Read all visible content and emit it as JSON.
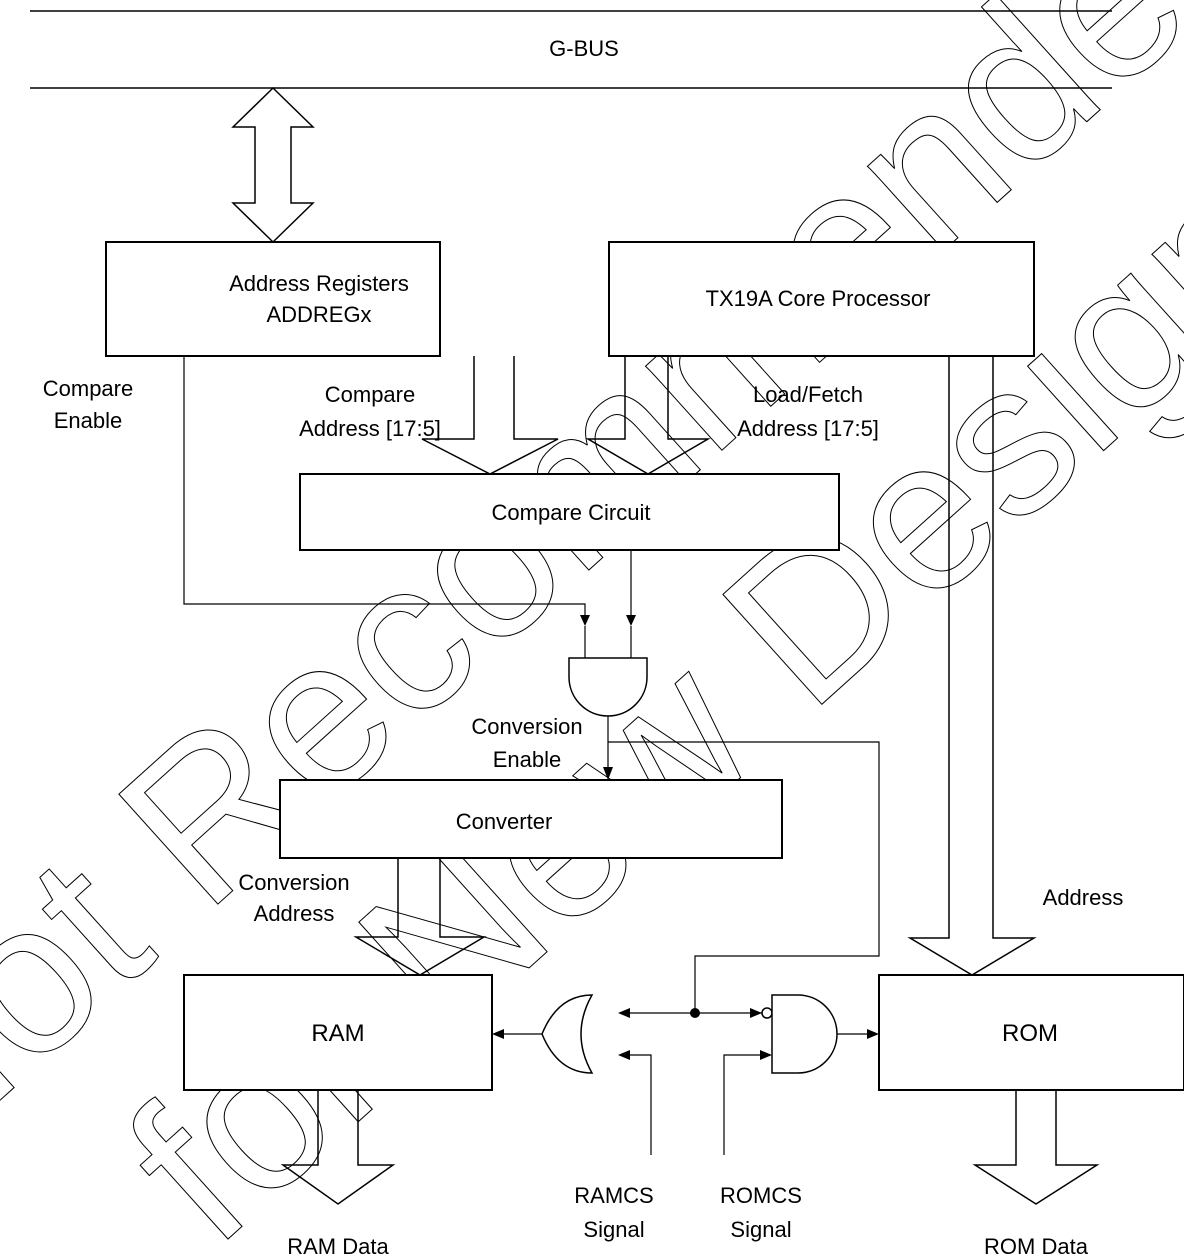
{
  "bus": {
    "label": "G-BUS"
  },
  "blocks": {
    "address_registers": {
      "line1": "Address Registers",
      "line2": "ADDREGx"
    },
    "core_processor": "TX19A Core Processor",
    "compare_circuit": "Compare Circuit",
    "converter": "Converter",
    "ram": "RAM",
    "rom": "ROM"
  },
  "signals": {
    "compare_enable": {
      "line1": "Compare",
      "line2": "Enable"
    },
    "compare_address": {
      "line1": "Compare",
      "line2": "Address [17:5]"
    },
    "load_fetch_address": {
      "line1": "Load/Fetch",
      "line2": "Address [17:5]"
    },
    "conversion_enable": {
      "line1": "Conversion",
      "line2": "Enable"
    },
    "conversion_address": {
      "line1": "Conversion",
      "line2": "Address"
    },
    "address": "Address",
    "ramcs": {
      "line1": "RAMCS",
      "line2": "Signal"
    },
    "romcs": {
      "line1": "ROMCS",
      "line2": "Signal"
    },
    "ram_data": "RAM Data",
    "rom_data": "ROM Data"
  },
  "watermark": {
    "line1": "Not Recommended",
    "line2": "for New Design"
  },
  "colors": {
    "stroke": "#000000",
    "background": "#ffffff"
  }
}
